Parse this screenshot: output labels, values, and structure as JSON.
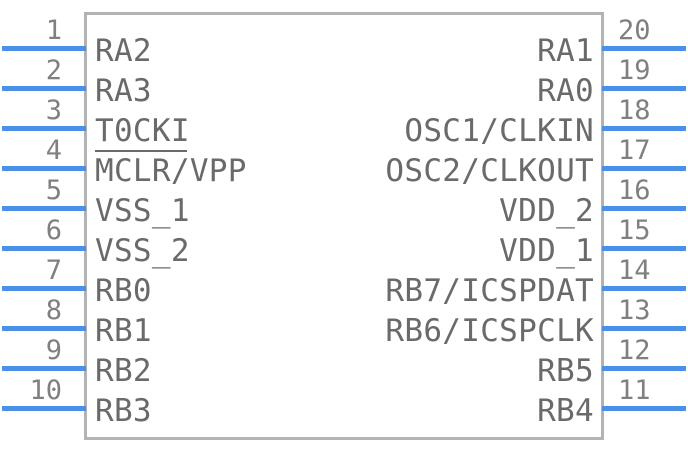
{
  "symbol": {
    "body": {
      "stroke_color": "#b3b3b3",
      "fill_color": "#ffffff"
    },
    "pin_line_color": "#4a8fe8",
    "pin_number_color": "#808080",
    "pin_label_color": "#6a6a6a"
  },
  "pins_left": [
    {
      "number": "1",
      "label": "RA2"
    },
    {
      "number": "2",
      "label": "RA3"
    },
    {
      "number": "3",
      "label": "T0CKI"
    },
    {
      "number": "4",
      "label": "MCLR/VPP",
      "overbar_chars": 4
    },
    {
      "number": "5",
      "label": "VSS_1"
    },
    {
      "number": "6",
      "label": "VSS_2"
    },
    {
      "number": "7",
      "label": "RB0"
    },
    {
      "number": "8",
      "label": "RB1"
    },
    {
      "number": "9",
      "label": "RB2"
    },
    {
      "number": "10",
      "label": "RB3"
    }
  ],
  "pins_right": [
    {
      "number": "20",
      "label": "RA1"
    },
    {
      "number": "19",
      "label": "RA0"
    },
    {
      "number": "18",
      "label": "OSC1/CLKIN"
    },
    {
      "number": "17",
      "label": "OSC2/CLKOUT"
    },
    {
      "number": "16",
      "label": "VDD_2"
    },
    {
      "number": "15",
      "label": "VDD_1"
    },
    {
      "number": "14",
      "label": "RB7/ICSPDAT"
    },
    {
      "number": "13",
      "label": "RB6/ICSPCLK"
    },
    {
      "number": "12",
      "label": "RB5"
    },
    {
      "number": "11",
      "label": "RB4"
    }
  ]
}
